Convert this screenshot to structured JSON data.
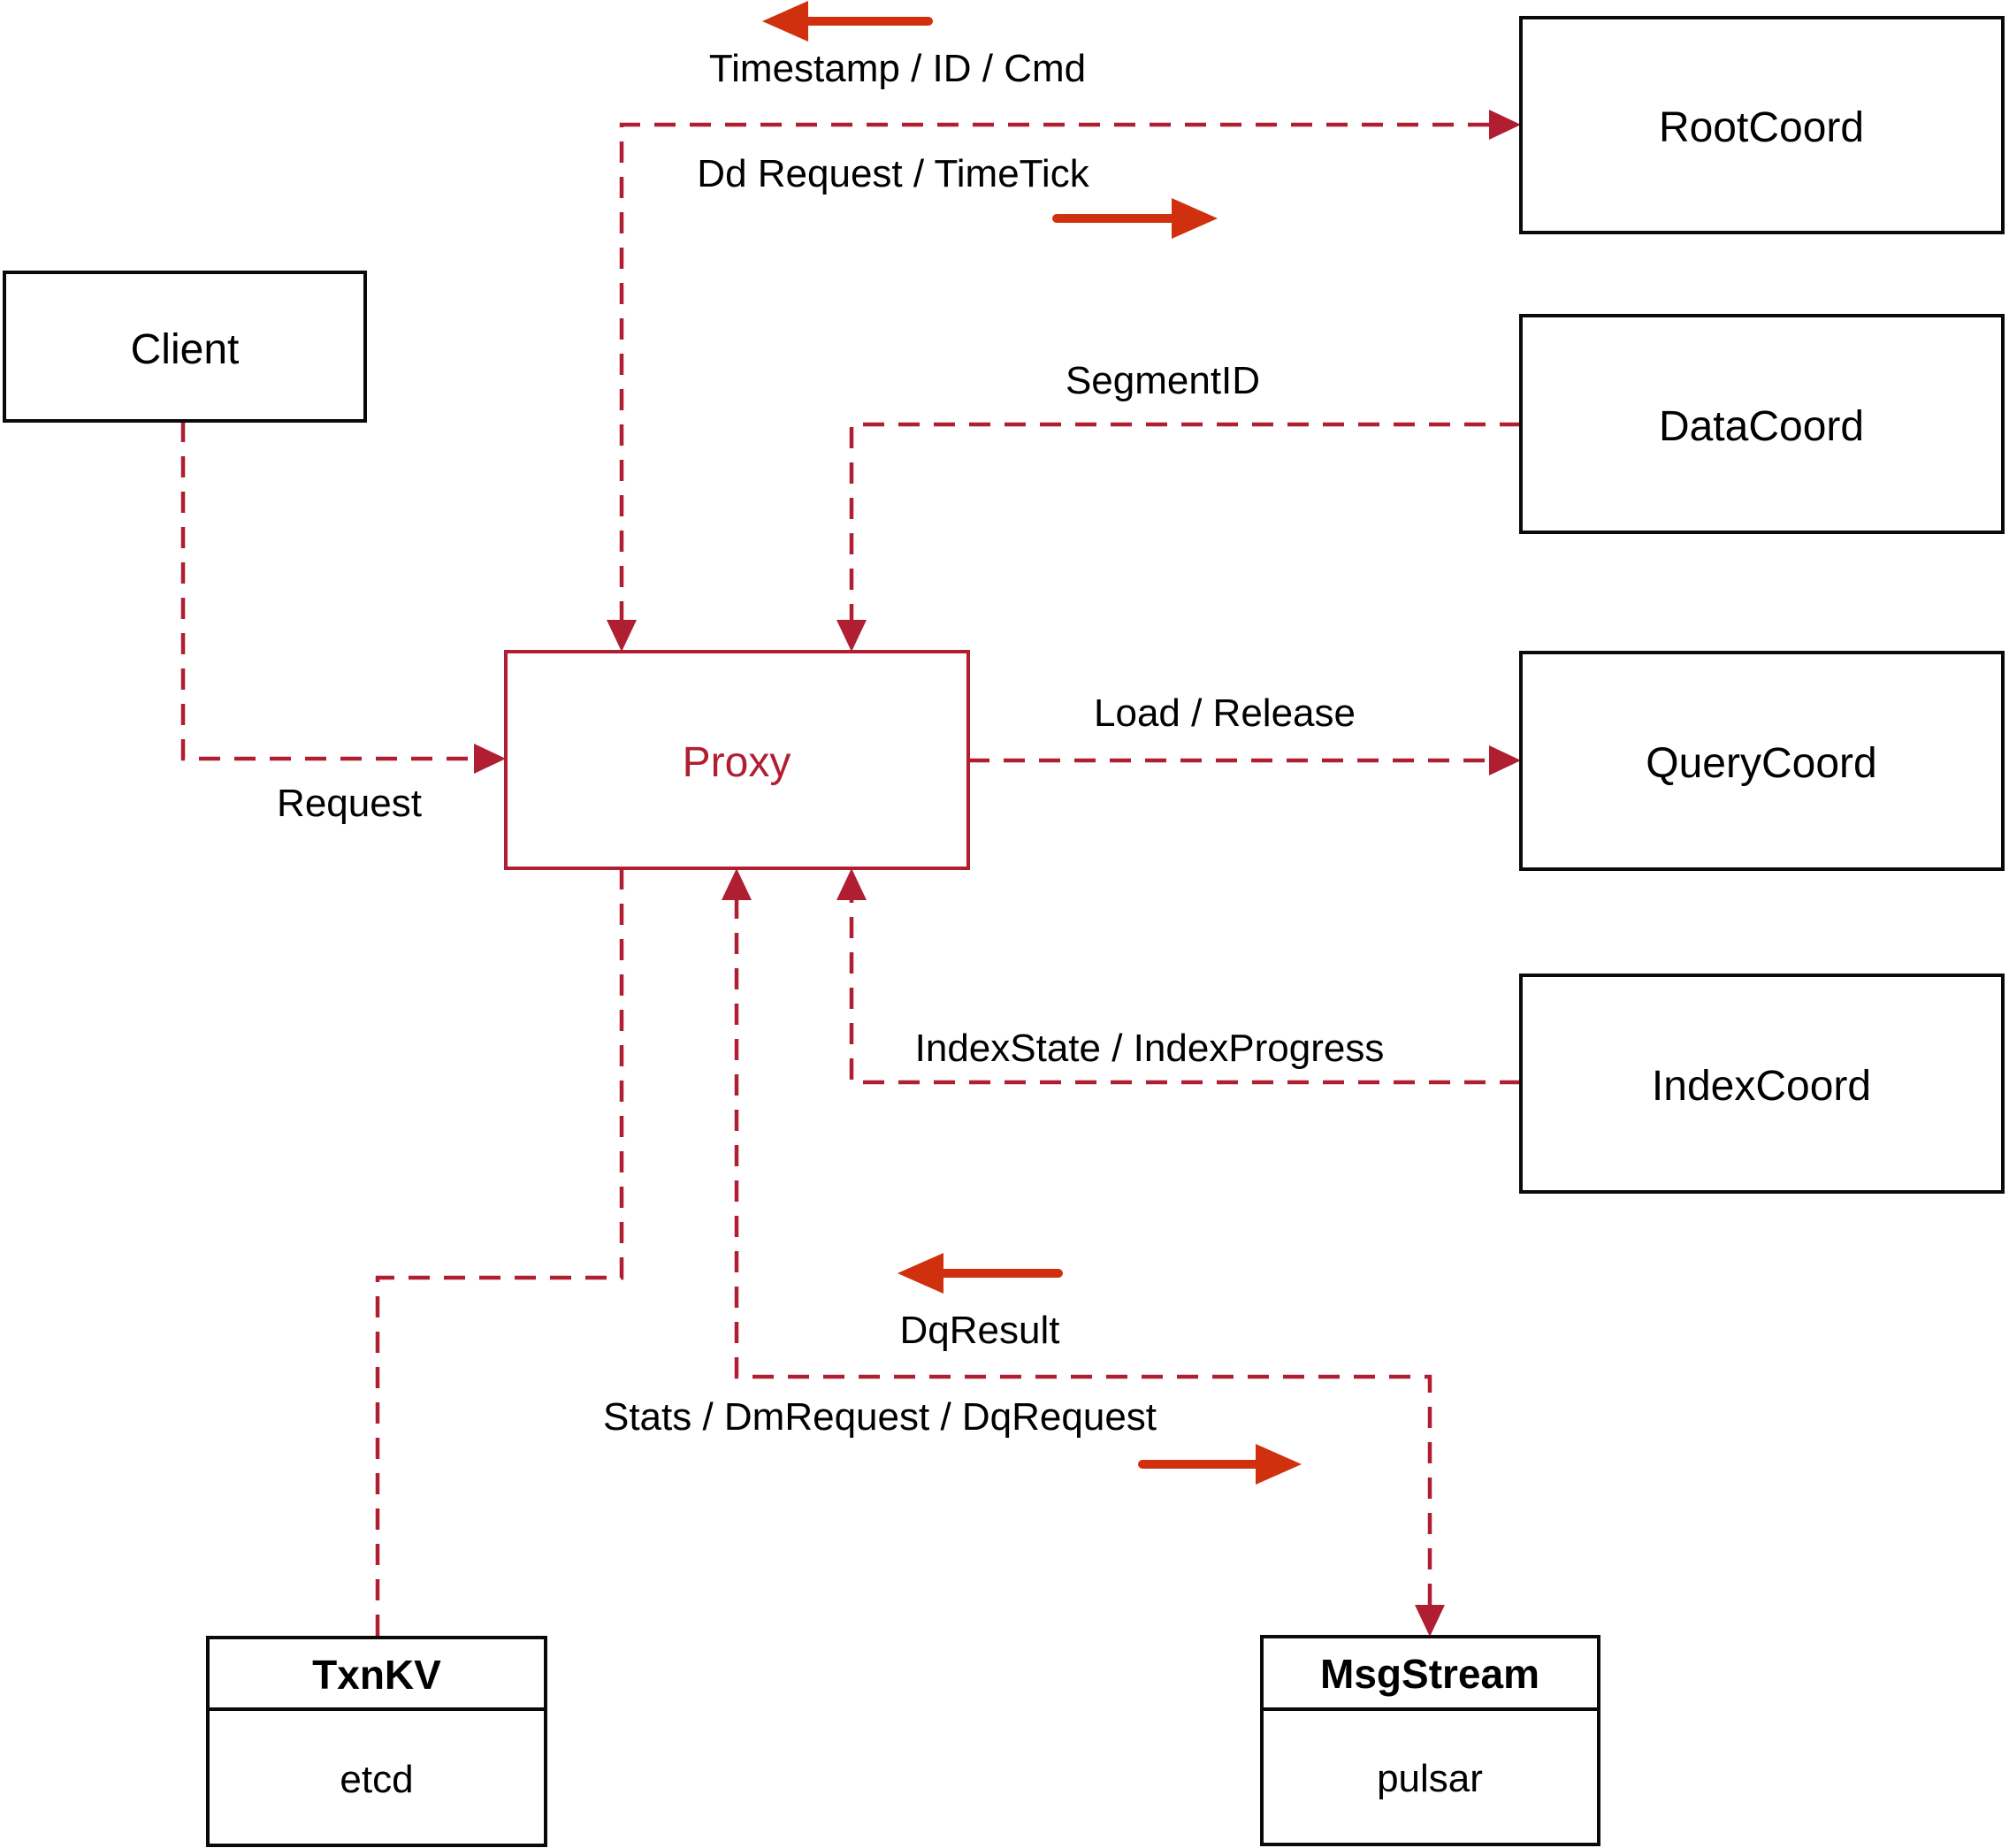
{
  "diagram": {
    "nodes": {
      "client": {
        "label": "Client"
      },
      "proxy": {
        "label": "Proxy"
      },
      "root_coord": {
        "label": "RootCoord"
      },
      "data_coord": {
        "label": "DataCoord"
      },
      "query_coord": {
        "label": "QueryCoord"
      },
      "index_coord": {
        "label": "IndexCoord"
      },
      "txn_kv": {
        "title": "TxnKV",
        "subtitle": "etcd"
      },
      "msg_stream": {
        "title": "MsgStream",
        "subtitle": "pulsar"
      }
    },
    "edge_labels": {
      "request": "Request",
      "timestamp_id_cmd": "Timestamp / ID / Cmd",
      "dd_request_timetick": "Dd Request / TimeTick",
      "segment_id": "SegmentID",
      "load_release": "Load / Release",
      "index_state_progress": "IndexState / IndexProgress",
      "dq_result": "DqResult",
      "stats_dm_dq_request": "Stats / DmRequest / DqRequest"
    },
    "colors": {
      "dashed_line": "#b01e32",
      "proxy_accent": "#b01e32",
      "solid_arrow": "#d0300e",
      "box_border": "#0a0a0a",
      "label_text": "#000000",
      "background": "#ffffff"
    }
  }
}
